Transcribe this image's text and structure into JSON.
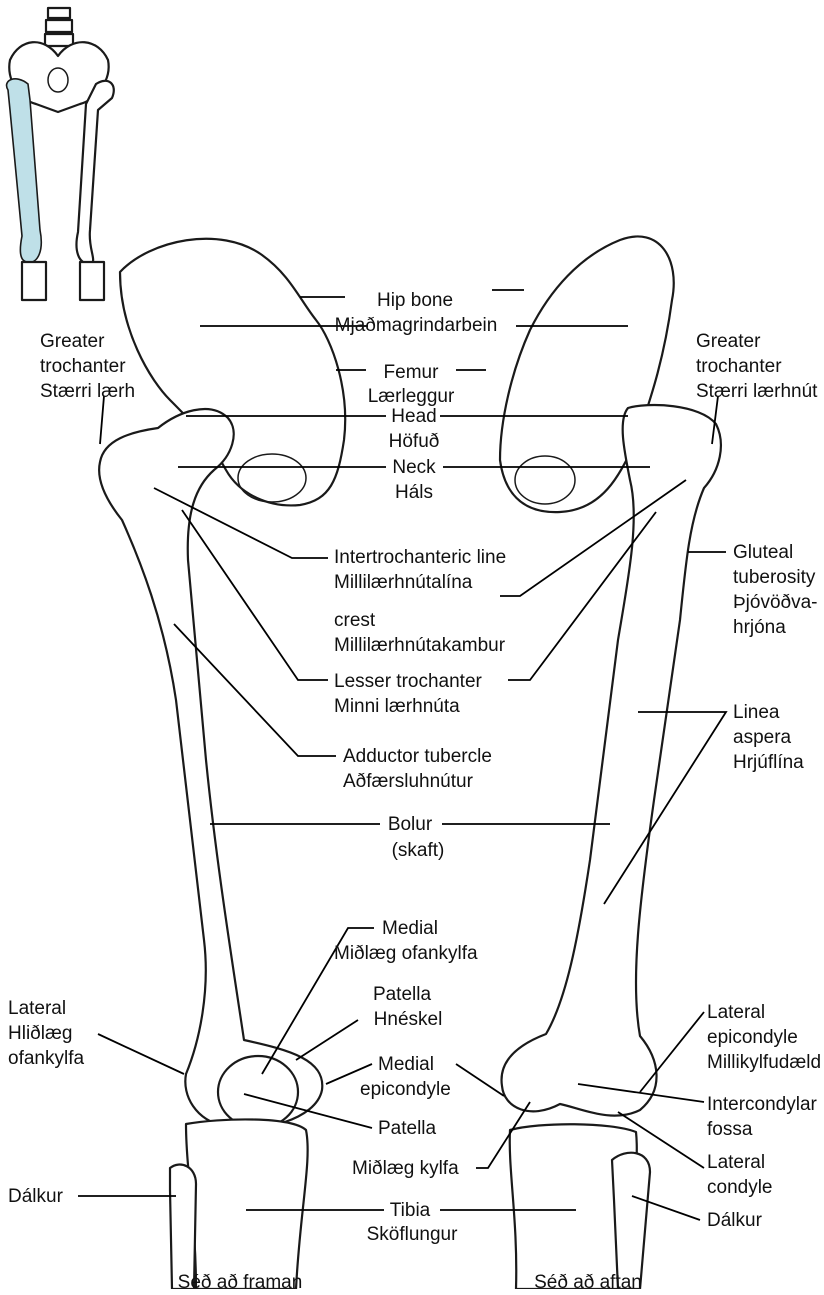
{
  "labels": {
    "hip_bone": "Hip bone",
    "hip_bone_is": "Mjaðmagrindarbein",
    "greater_trochanter_left": [
      "Greater",
      "trochanter",
      "Stærri lærh"
    ],
    "greater_trochanter_right": [
      "Greater",
      "trochanter",
      "Stærri lærhnút"
    ],
    "femur": "Femur",
    "femur_is": "Lærleggur",
    "head": "Head",
    "head_is": "Höfuð",
    "neck": "Neck",
    "neck_is": "Háls",
    "intertrochanteric_line": "Intertrochanteric line",
    "intertrochanteric_line_is": "Millilærhnútalína",
    "gluteal_tuberosity": [
      "Gluteal",
      "tuberosity",
      "Þjóvöðva-",
      "hrjóna"
    ],
    "crest": "crest",
    "crest_is": "Millilærhnútakambur",
    "lesser_trochanter": "Lesser trochanter",
    "lesser_trochanter_is": "Minni lærhnúta",
    "linea_aspera": [
      "Linea",
      "aspera",
      "Hrjúflína"
    ],
    "adductor_tubercle": "Adductor tubercle",
    "adductor_tubercle_is": "Aðfærsluhnútur",
    "shaft": "Bolur",
    "shaft_is": "(skaft)",
    "medial": "Medial",
    "medial_is": "Miðlæg ofankylfa",
    "lateral_left": [
      "Lateral",
      "Hliðlæg",
      "ofankylfa"
    ],
    "patella_top": "Patella",
    "patella_top_is": "Hnéskel",
    "lateral_epicondyle": [
      "Lateral",
      "epicondyle",
      "Millikylfudæld"
    ],
    "medial_epicondyle": [
      "Medial",
      "epicondyle"
    ],
    "patella": "Patella",
    "intercondylar_fossa": [
      "Intercondylar",
      "fossa"
    ],
    "medial_condyle": "Miðlæg kylfa",
    "lateral_condyle": [
      "Lateral",
      "condyle"
    ],
    "fibula_left": "Dálkur",
    "tibia": "Tibia",
    "tibia_is": "Sköflungur",
    "fibula_right": "Dálkur"
  },
  "captions": {
    "anterior": "Séð að framan",
    "posterior": "Séð að aftan"
  },
  "colors": {
    "highlight": "#bfe0e8",
    "outline": "#1a1a1a"
  }
}
